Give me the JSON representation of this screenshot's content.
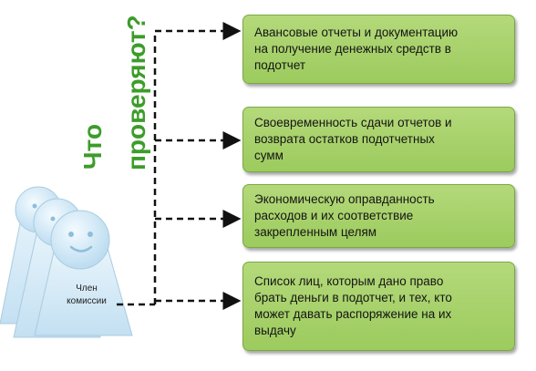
{
  "question": {
    "line1": "Что",
    "line2": "проверяют?"
  },
  "member": {
    "line1": "Член",
    "line2": "комиссии"
  },
  "boxes": [
    {
      "lines": [
        "Авансовые отчеты и документацию",
        "на получение денежных средств в",
        "подотчет"
      ]
    },
    {
      "lines": [
        "Своевременность сдачи отчетов и",
        "возврата остатков подотчетных",
        "сумм"
      ]
    },
    {
      "lines": [
        "Экономическую оправданность",
        "расходов и их соответствие",
        "закрепленным целям"
      ]
    },
    {
      "lines": [
        "Список лиц, которым дано право",
        "брать деньги в подотчет, и тех, кто",
        "может давать распоряжение на их",
        "выдачу"
      ]
    }
  ],
  "colors": {
    "box_fill": "#a6d26a",
    "box_border": "#7aa844",
    "question_text": "#3d9c2a",
    "figure": "#cfe6f5",
    "connector": "#111111"
  }
}
